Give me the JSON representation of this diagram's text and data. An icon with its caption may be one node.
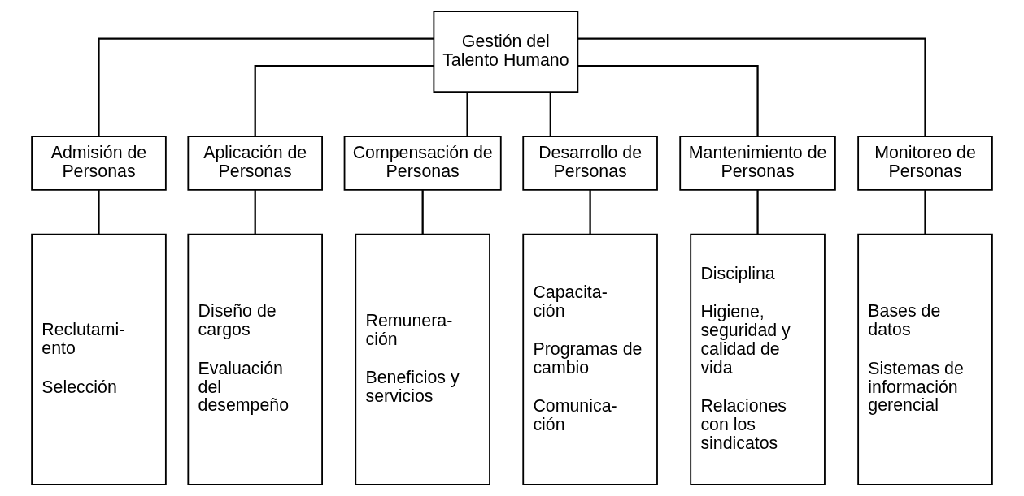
{
  "diagram": {
    "nodes": [
      {
        "text": [
          "Gestión del Talento Humano"
        ]
      },
      {
        "text": [
          "Admisión de Personas"
        ]
      },
      {
        "text": [
          "Aplicación de Personas"
        ]
      },
      {
        "text": [
          "Compensación de Personas"
        ]
      },
      {
        "text": [
          "Desarrollo de Personas"
        ]
      },
      {
        "text": [
          "Mantenimiento de Personas"
        ]
      },
      {
        "text": [
          "Monitoreo de Personas"
        ]
      },
      {
        "text": [
          "Reclutami- ento",
          "Selección"
        ]
      },
      {
        "text": [
          "Diseño de cargos",
          "Evaluación del desempeño"
        ]
      },
      {
        "text": [
          "Remunera- ción",
          "Beneficios y servicios"
        ]
      },
      {
        "text": [
          "Capacita- ción",
          "Programas de cambio",
          "Comunica- ción"
        ]
      },
      {
        "text": [
          "Disciplina",
          "Higiene, seguridad y calidad de vida",
          "Relaciones con los sindicatos"
        ]
      },
      {
        "text": [
          "Bases de datos",
          "Sistemas de información gerencial"
        ]
      }
    ],
    "edges": [
      {
        "from": 0,
        "to": 1,
        "arrow": "none"
      },
      {
        "from": 0,
        "to": 2,
        "arrow": "none"
      },
      {
        "from": 0,
        "to": 3,
        "arrow": "none"
      },
      {
        "from": 0,
        "to": 4,
        "arrow": "none"
      },
      {
        "from": 0,
        "to": 5,
        "arrow": "none"
      },
      {
        "from": 0,
        "to": 6,
        "arrow": "none"
      },
      {
        "from": 1,
        "to": 7,
        "arrow": "none"
      },
      {
        "from": 2,
        "to": 8,
        "arrow": "none"
      },
      {
        "from": 3,
        "to": 9,
        "arrow": "none"
      },
      {
        "from": 4,
        "to": 10,
        "arrow": "none"
      },
      {
        "from": 5,
        "to": 11,
        "arrow": "none"
      },
      {
        "from": 6,
        "to": 12,
        "arrow": "none"
      }
    ]
  }
}
